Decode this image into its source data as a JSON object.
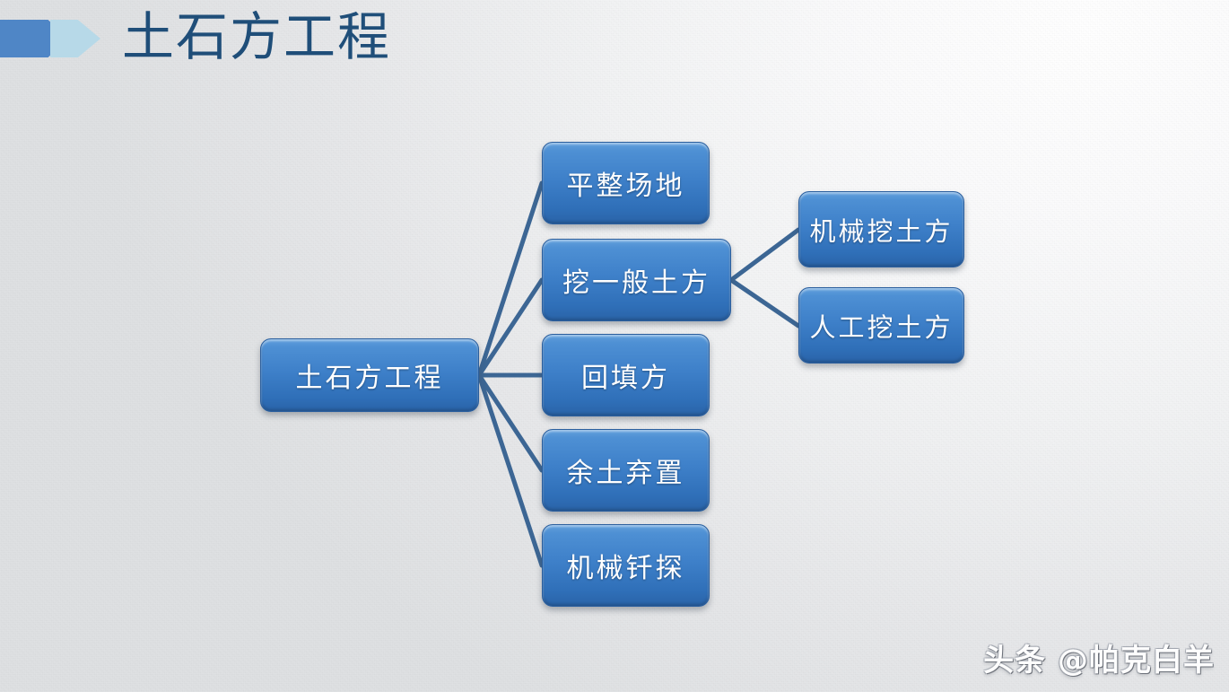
{
  "slide": {
    "title": "土石方工程",
    "background_color": "#e8e9eb",
    "title_color": "#1f4e79",
    "accent_dark": "#4f86c6",
    "accent_light": "#b7d9e8",
    "node_fill": "#3e80c9",
    "node_border": "#2b5f9e",
    "connector_color": "#3c6694"
  },
  "diagram": {
    "root": {
      "label": "土石方工程"
    },
    "level1": [
      {
        "label": "平整场地"
      },
      {
        "label": "挖一般土方"
      },
      {
        "label": "回填方"
      },
      {
        "label": "余土弃置"
      },
      {
        "label": "机械钎探"
      }
    ],
    "level2": [
      {
        "label": "机械挖土方",
        "parent": "挖一般土方"
      },
      {
        "label": "人工挖土方",
        "parent": "挖一般土方"
      }
    ],
    "connectors": [
      {
        "from": "土石方工程",
        "to": "平整场地"
      },
      {
        "from": "土石方工程",
        "to": "挖一般土方"
      },
      {
        "from": "土石方工程",
        "to": "回填方"
      },
      {
        "from": "土石方工程",
        "to": "余土弃置"
      },
      {
        "from": "土石方工程",
        "to": "机械钎探"
      },
      {
        "from": "挖一般土方",
        "to": "机械挖土方"
      },
      {
        "from": "挖一般土方",
        "to": "人工挖土方"
      }
    ]
  },
  "watermark": {
    "text": "头条 @帕克白羊"
  }
}
